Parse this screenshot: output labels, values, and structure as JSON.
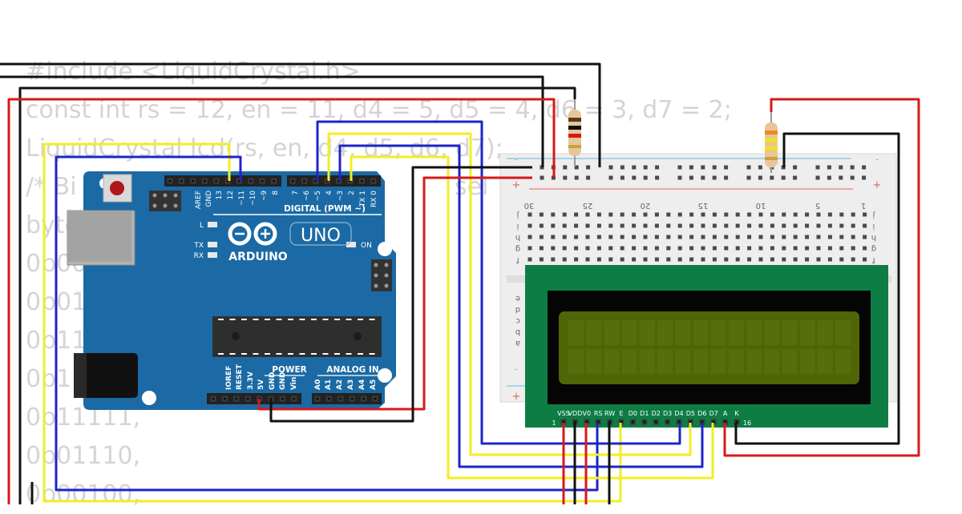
{
  "code_lines": [
    "#include <LiquidCrystal.h>",
    "const int rs = 12, en = 11, d4 = 5, d5 = 4, d6 = 3, d7 = 2;",
    "LiquidCrystal lcd(rs, en, d4, d5, d6, d7);",
    "/* Bi                        arakter              sel",
    "byte",
    "0b00",
    "0b01",
    "0b11",
    "0b1",
    "0b11111,",
    "0b01110,",
    "0b00100,"
  ],
  "arduino": {
    "brand": "ARDUINO",
    "model": "UNO",
    "digital_label": "DIGITAL (PWM ~)",
    "power_label": "POWER",
    "analog_label": "ANALOG IN",
    "led_l": "L",
    "led_tx": "TX",
    "led_rx": "RX",
    "led_on": "ON",
    "top_pins_left": [
      "AREF",
      "GND",
      "13",
      "12",
      "~11",
      "~10",
      "~9",
      "8"
    ],
    "top_pins_right": [
      "7",
      "~6",
      "~5",
      "4",
      "~3",
      "2",
      "TX 1",
      "RX 0"
    ],
    "power_pins": [
      "IOREF",
      "RESET",
      "3.3V",
      "5V",
      "GND",
      "GND",
      "Vin"
    ],
    "analog_pins": [
      "A0",
      "A1",
      "A2",
      "A3",
      "A4",
      "A5"
    ]
  },
  "breadboard": {
    "plus": "+",
    "minus": "-",
    "column_numbers": [
      "30",
      "25",
      "20",
      "15",
      "10",
      "5",
      "1"
    ],
    "row_letters_top": [
      "j",
      "i",
      "h",
      "g",
      "f"
    ],
    "row_letters_bottom": [
      "e",
      "d",
      "c",
      "b",
      "a"
    ]
  },
  "lcd": {
    "pin_labels": [
      "VSS",
      "VDD",
      "V0",
      "RS",
      "RW",
      "E",
      "D0",
      "D1",
      "D2",
      "D3",
      "D4",
      "D5",
      "D6",
      "D7",
      "A",
      "K"
    ],
    "first_pin": "1",
    "last_pin": "16"
  },
  "colors": {
    "wire_red": "#d61a1a",
    "wire_black": "#111111",
    "wire_blue": "#1d24c8",
    "wire_yellow": "#f2ee22",
    "board_blue": "#1b6aa5",
    "lcd_pcb": "#0e7d44",
    "lcd_screen": "#4f6606"
  }
}
